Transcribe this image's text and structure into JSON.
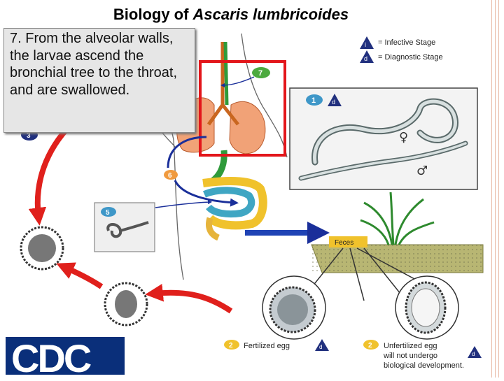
{
  "title": {
    "main": "Biology of ",
    "species": "Ascaris lumbricoides"
  },
  "callout": {
    "text": "7. From the alveolar walls, the larvae ascend the bronchial tree to the throat, and are swallowed."
  },
  "legend": {
    "infective": {
      "badge": "i",
      "label": "= Infective Stage"
    },
    "diagnostic": {
      "badge": "d",
      "label": "= Diagnostic Stage"
    }
  },
  "steps": {
    "s1": "1",
    "s2a": "2",
    "s2b": "2",
    "s3": "3",
    "s5": "5",
    "s6": "6",
    "s7": "7"
  },
  "worm_box": {
    "badge": "d",
    "female": "♀",
    "male": "♂"
  },
  "feces_label": "Feces",
  "eggs": {
    "fertilized": "Fertilized egg",
    "unfertilized_line1": "Unfertilized egg",
    "unfertilized_line2": "will not undergo",
    "unfertilized_line3": "biological development."
  },
  "logo": "CDC"
}
